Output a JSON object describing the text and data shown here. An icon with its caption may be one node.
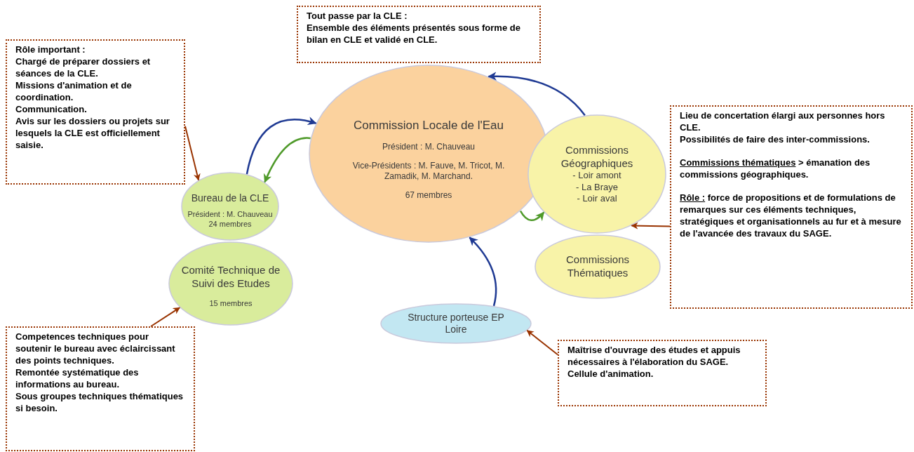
{
  "diagram": {
    "nodes": [
      {
        "text": [
          "Tout passe par la CLE :",
          "Ensemble des éléments présentés sous forme de bilan en CLE et validé en CLE."
        ]
      },
      {
        "text": [
          "Rôle important :",
          "Chargé de préparer dossiers et séances de la CLE.",
          "Missions d'animation et de coordination.",
          "Communication.",
          "Avis sur les dossiers ou projets sur lesquels la CLE est officiellement saisie."
        ]
      },
      {
        "text": [
          "Commission Locale de l'Eau",
          "Président : M. Chauveau",
          "Vice-Présidents : M. Fauve, M. Tricot, M. Zamadik, M. Marchand.",
          "67 membres"
        ]
      },
      {
        "text": [
          "Bureau de la CLE",
          "Président : M. Chauveau",
          "24 membres"
        ]
      },
      {
        "text": [
          "Comité Technique de Suivi des Etudes",
          "15 membres"
        ]
      },
      {
        "text": [
          "Commissions Géographiques",
          "- Loir amont",
          "- La Braye",
          "- Loir aval"
        ]
      },
      {
        "text": [
          "Commissions Thématiques"
        ]
      },
      {
        "text": [
          "Lieu de concertation élargi aux personnes hors CLE.",
          "Possibilités de faire des inter-commissions.",
          "**Commissions thématiques** > émanation des commissions géographiques.",
          "**Rôle :** force de propositions et de formulations de remarques sur ces éléments techniques, stratégiques et organisationnels au fur et à mesure de l'avancée des travaux du SAGE."
        ]
      },
      {
        "text": [
          "Structure porteuse EP Loire"
        ]
      },
      {
        "text": [
          "Maîtrise d'ouvrage des études et appuis nécessaires à l'élaboration du SAGE.",
          "Cellule d'animation."
        ]
      },
      {
        "text": [
          "Competences techniques pour soutenir le bureau avec éclaircissant des points techniques.",
          "Remontée systématique des informations au bureau.",
          "Sous groupes techniques thématiques si besoin."
        ]
      }
    ],
    "edges": [
      {
        "from": 3,
        "to": 2,
        "arrow": "to",
        "color": "#1f3a93"
      },
      {
        "from": 2,
        "to": 3,
        "arrow": "to",
        "color": "#4f9a2a"
      },
      {
        "from": 5,
        "to": 2,
        "arrow": "to",
        "color": "#1f3a93"
      },
      {
        "from": 2,
        "to": 5,
        "arrow": "to",
        "color": "#4f9a2a"
      },
      {
        "from": 8,
        "to": 2,
        "arrow": "to",
        "color": "#1f3a93"
      },
      {
        "from": 1,
        "to": 3,
        "arrow": "to"
      },
      {
        "from": 10,
        "to": 4,
        "arrow": "to"
      },
      {
        "from": 7,
        "to": 5,
        "arrow": "to"
      },
      {
        "from": 9,
        "to": 8,
        "arrow": "to"
      }
    ]
  }
}
